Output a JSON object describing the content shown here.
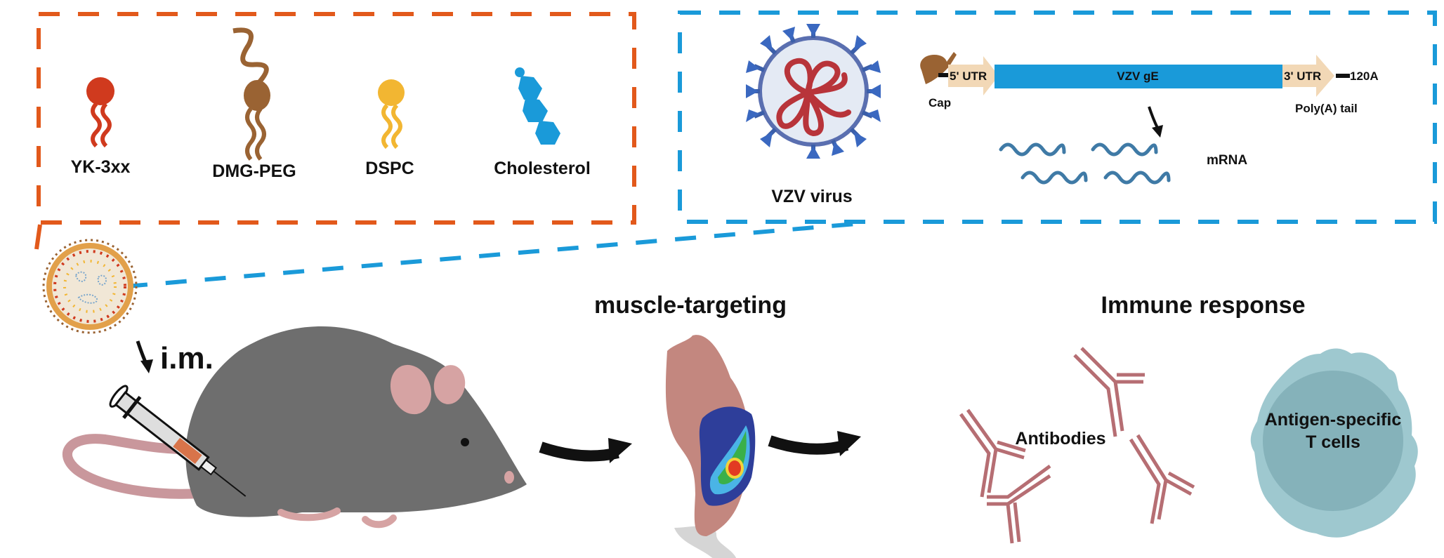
{
  "figure": {
    "lipid_panel": {
      "items": [
        {
          "name": "YK-3xx",
          "color": "#d03a1e"
        },
        {
          "name": "DMG-PEG",
          "color": "#9a6333"
        },
        {
          "name": "DSPC",
          "color": "#f2b632"
        },
        {
          "name": "Cholesterol",
          "color": "#1a9ad9"
        }
      ],
      "border_color": "#e2591b"
    },
    "antigen_panel": {
      "virus_label": "VZV virus",
      "construct": {
        "cap_label": "Cap",
        "utr5_label": "5' UTR",
        "orf_label": "VZV gE",
        "utr3_label": "3' UTR",
        "polya_length_label": "120A",
        "polya_label": "Poly(A) tail"
      },
      "mrna_label": "mRNA",
      "border_color": "#1a9ad9"
    },
    "route_label": "i.m.",
    "stage2_title": "muscle-targeting",
    "stage3_title": "Immune response",
    "antibodies_label": "Antibodies",
    "tcell_label_line1": "Antigen-specific",
    "tcell_label_line2": "T cells"
  }
}
